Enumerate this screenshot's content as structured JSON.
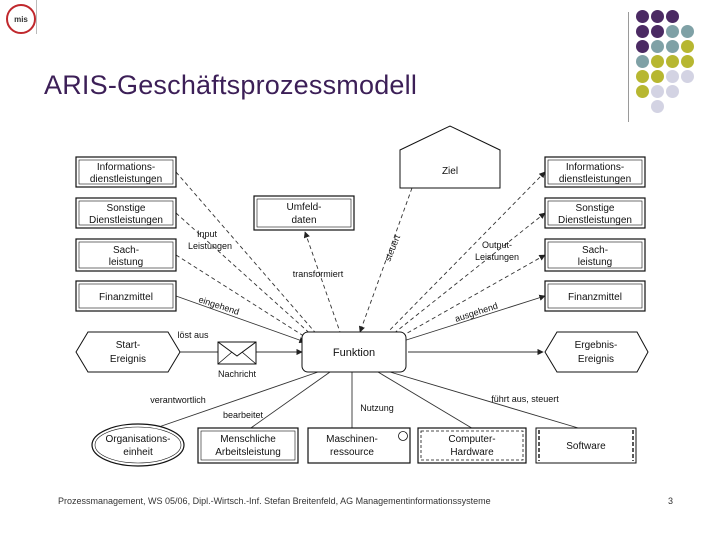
{
  "logo": {
    "text": "mis"
  },
  "slide": {
    "title": "ARIS-Geschäftsprozessmodell"
  },
  "colors": {
    "title": "#3c1f57",
    "purple": "#4b2a63",
    "teal": "#7fa1a6",
    "olive": "#b7b731",
    "lavender": "#d3d3e3"
  },
  "diagram": {
    "left_boxes": [
      {
        "line1": "Informations-",
        "line2": "dienstleistungen"
      },
      {
        "line1": "Sonstige",
        "line2": "Dienstleistungen"
      },
      {
        "line1": "Sach-",
        "line2": "leistung"
      },
      {
        "line1": "Finanzmittel"
      }
    ],
    "right_boxes": [
      {
        "line1": "Informations-",
        "line2": "dienstleistungen"
      },
      {
        "line1": "Sonstige",
        "line2": "Dienstleistungen"
      },
      {
        "line1": "Sach-",
        "line2": "leistung"
      },
      {
        "line1": "Finanzmittel"
      }
    ],
    "umfeld": {
      "line1": "Umfeld-",
      "line2": "daten"
    },
    "ziel": "Ziel",
    "funktion": "Funktion",
    "start": {
      "line1": "Start-",
      "line2": "Ereignis"
    },
    "ergebnis": {
      "line1": "Ergebnis-",
      "line2": "Ereignis"
    },
    "nachricht": "Nachricht",
    "bottom": {
      "org": {
        "line1": "Organisations-",
        "line2": "einheit"
      },
      "mensch": {
        "line1": "Menschliche",
        "line2": "Arbeitsleistung"
      },
      "maschine": {
        "line1": "Maschinen-",
        "line2": "ressource"
      },
      "computer": {
        "line1": "Computer-",
        "line2": "Hardware"
      },
      "software": "Software"
    },
    "labels": {
      "input1": "Input",
      "input2": "Leistungen",
      "output1": "Output-",
      "output2": "Leistungen",
      "steuert": "steuert",
      "transformiert": "transformiert",
      "eingehend": "eingehend",
      "ausgehend": "ausgehend",
      "loest_aus": "löst aus",
      "verantwortlich": "verantwortlich",
      "bearbeitet": "bearbeitet",
      "nutzung": "Nutzung",
      "fuehrt_aus": "führt aus, steuert"
    }
  },
  "footer": {
    "text": "Prozessmanagement, WS 05/06, Dipl.-Wirtsch.-Inf. Stefan Breitenfeld, AG Managementinformationssysteme",
    "page": "3"
  }
}
